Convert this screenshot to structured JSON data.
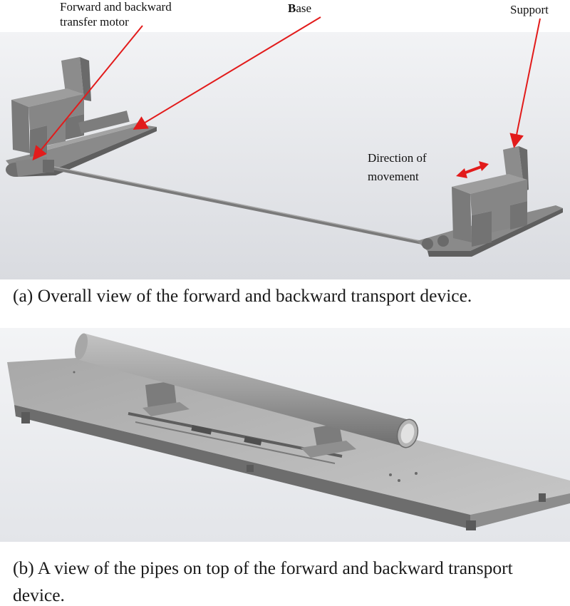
{
  "panel_a": {
    "labels": {
      "motor_line1": "Forward and backward",
      "motor_line2": "transfer motor",
      "base_bold": "B",
      "base_rest": "ase",
      "support": "Support",
      "direction_line1": "Direction of",
      "direction_line2": "movement"
    },
    "caption_mark": "(a)",
    "caption_text": "Overall view of the forward and backward transport device."
  },
  "panel_b": {
    "caption_mark": "(b)",
    "caption_text": "A view of the pipes on top of the forward and backward transport device."
  },
  "colors": {
    "annotation_arrow": "#e21b1b",
    "machine_gray": "#7f7f7f",
    "background_gray": "#e9eaee"
  }
}
